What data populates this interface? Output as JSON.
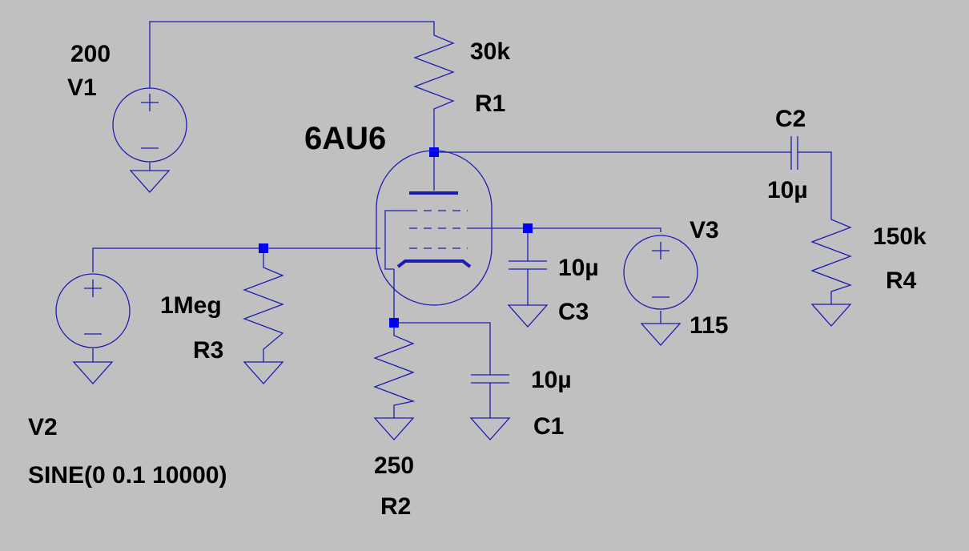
{
  "tube": {
    "model": "6AU6"
  },
  "v1": {
    "ref": "V1",
    "value": "200"
  },
  "v2": {
    "ref": "V2",
    "value": "SINE(0 0.1 10000)"
  },
  "v3": {
    "ref": "V3",
    "value": "115"
  },
  "r1": {
    "ref": "R1",
    "value": "30k"
  },
  "r2": {
    "ref": "R2",
    "value": "250"
  },
  "r3": {
    "ref": "R3",
    "value": "1Meg"
  },
  "r4": {
    "ref": "R4",
    "value": "150k"
  },
  "c1": {
    "ref": "C1",
    "value": "10µ"
  },
  "c2": {
    "ref": "C2",
    "value": "10µ"
  },
  "c3": {
    "ref": "C3",
    "value": "10µ"
  },
  "colors": {
    "background": "#c0c0c0",
    "wire": "#1c1cb4",
    "junction": "#0000ff",
    "text": "#000000"
  }
}
